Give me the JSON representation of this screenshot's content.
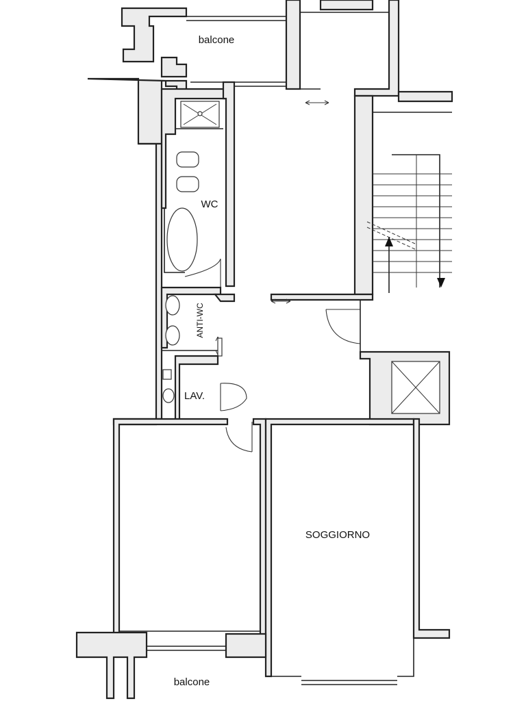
{
  "labels": {
    "balcone_top": "balcone",
    "wc": "WC",
    "anti_wc": "ANTI-WC",
    "lav": "LAV.",
    "soggiorno": "SOGGIORNO",
    "balcone_bottom": "balcone"
  }
}
